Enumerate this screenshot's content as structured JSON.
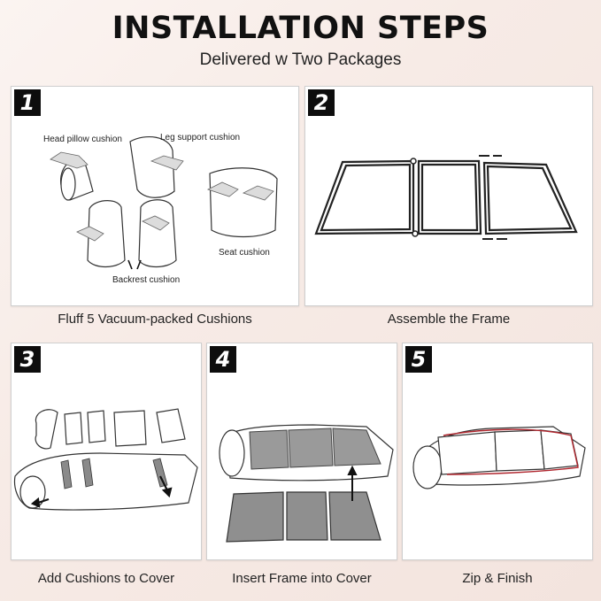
{
  "header": {
    "title": "INSTALLATION STEPS",
    "subtitle": "Delivered w Two Packages"
  },
  "steps": [
    {
      "number": "1",
      "caption": "Fluff 5 Vacuum-packed Cushions",
      "labels": {
        "head": "Head pillow cushion",
        "leg": "Leg support cushion",
        "seat": "Seat cushion",
        "backrest": "Backrest cushion"
      }
    },
    {
      "number": "2",
      "caption": "Assemble the Frame"
    },
    {
      "number": "3",
      "caption": "Add Cushions to Cover"
    },
    {
      "number": "4",
      "caption": "Insert Frame into Cover"
    },
    {
      "number": "5",
      "caption": "Zip & Finish"
    }
  ],
  "colors": {
    "badge": "#0d0d0d",
    "accent_red": "#b0262e",
    "frame_gray": "#8a8a8a"
  }
}
